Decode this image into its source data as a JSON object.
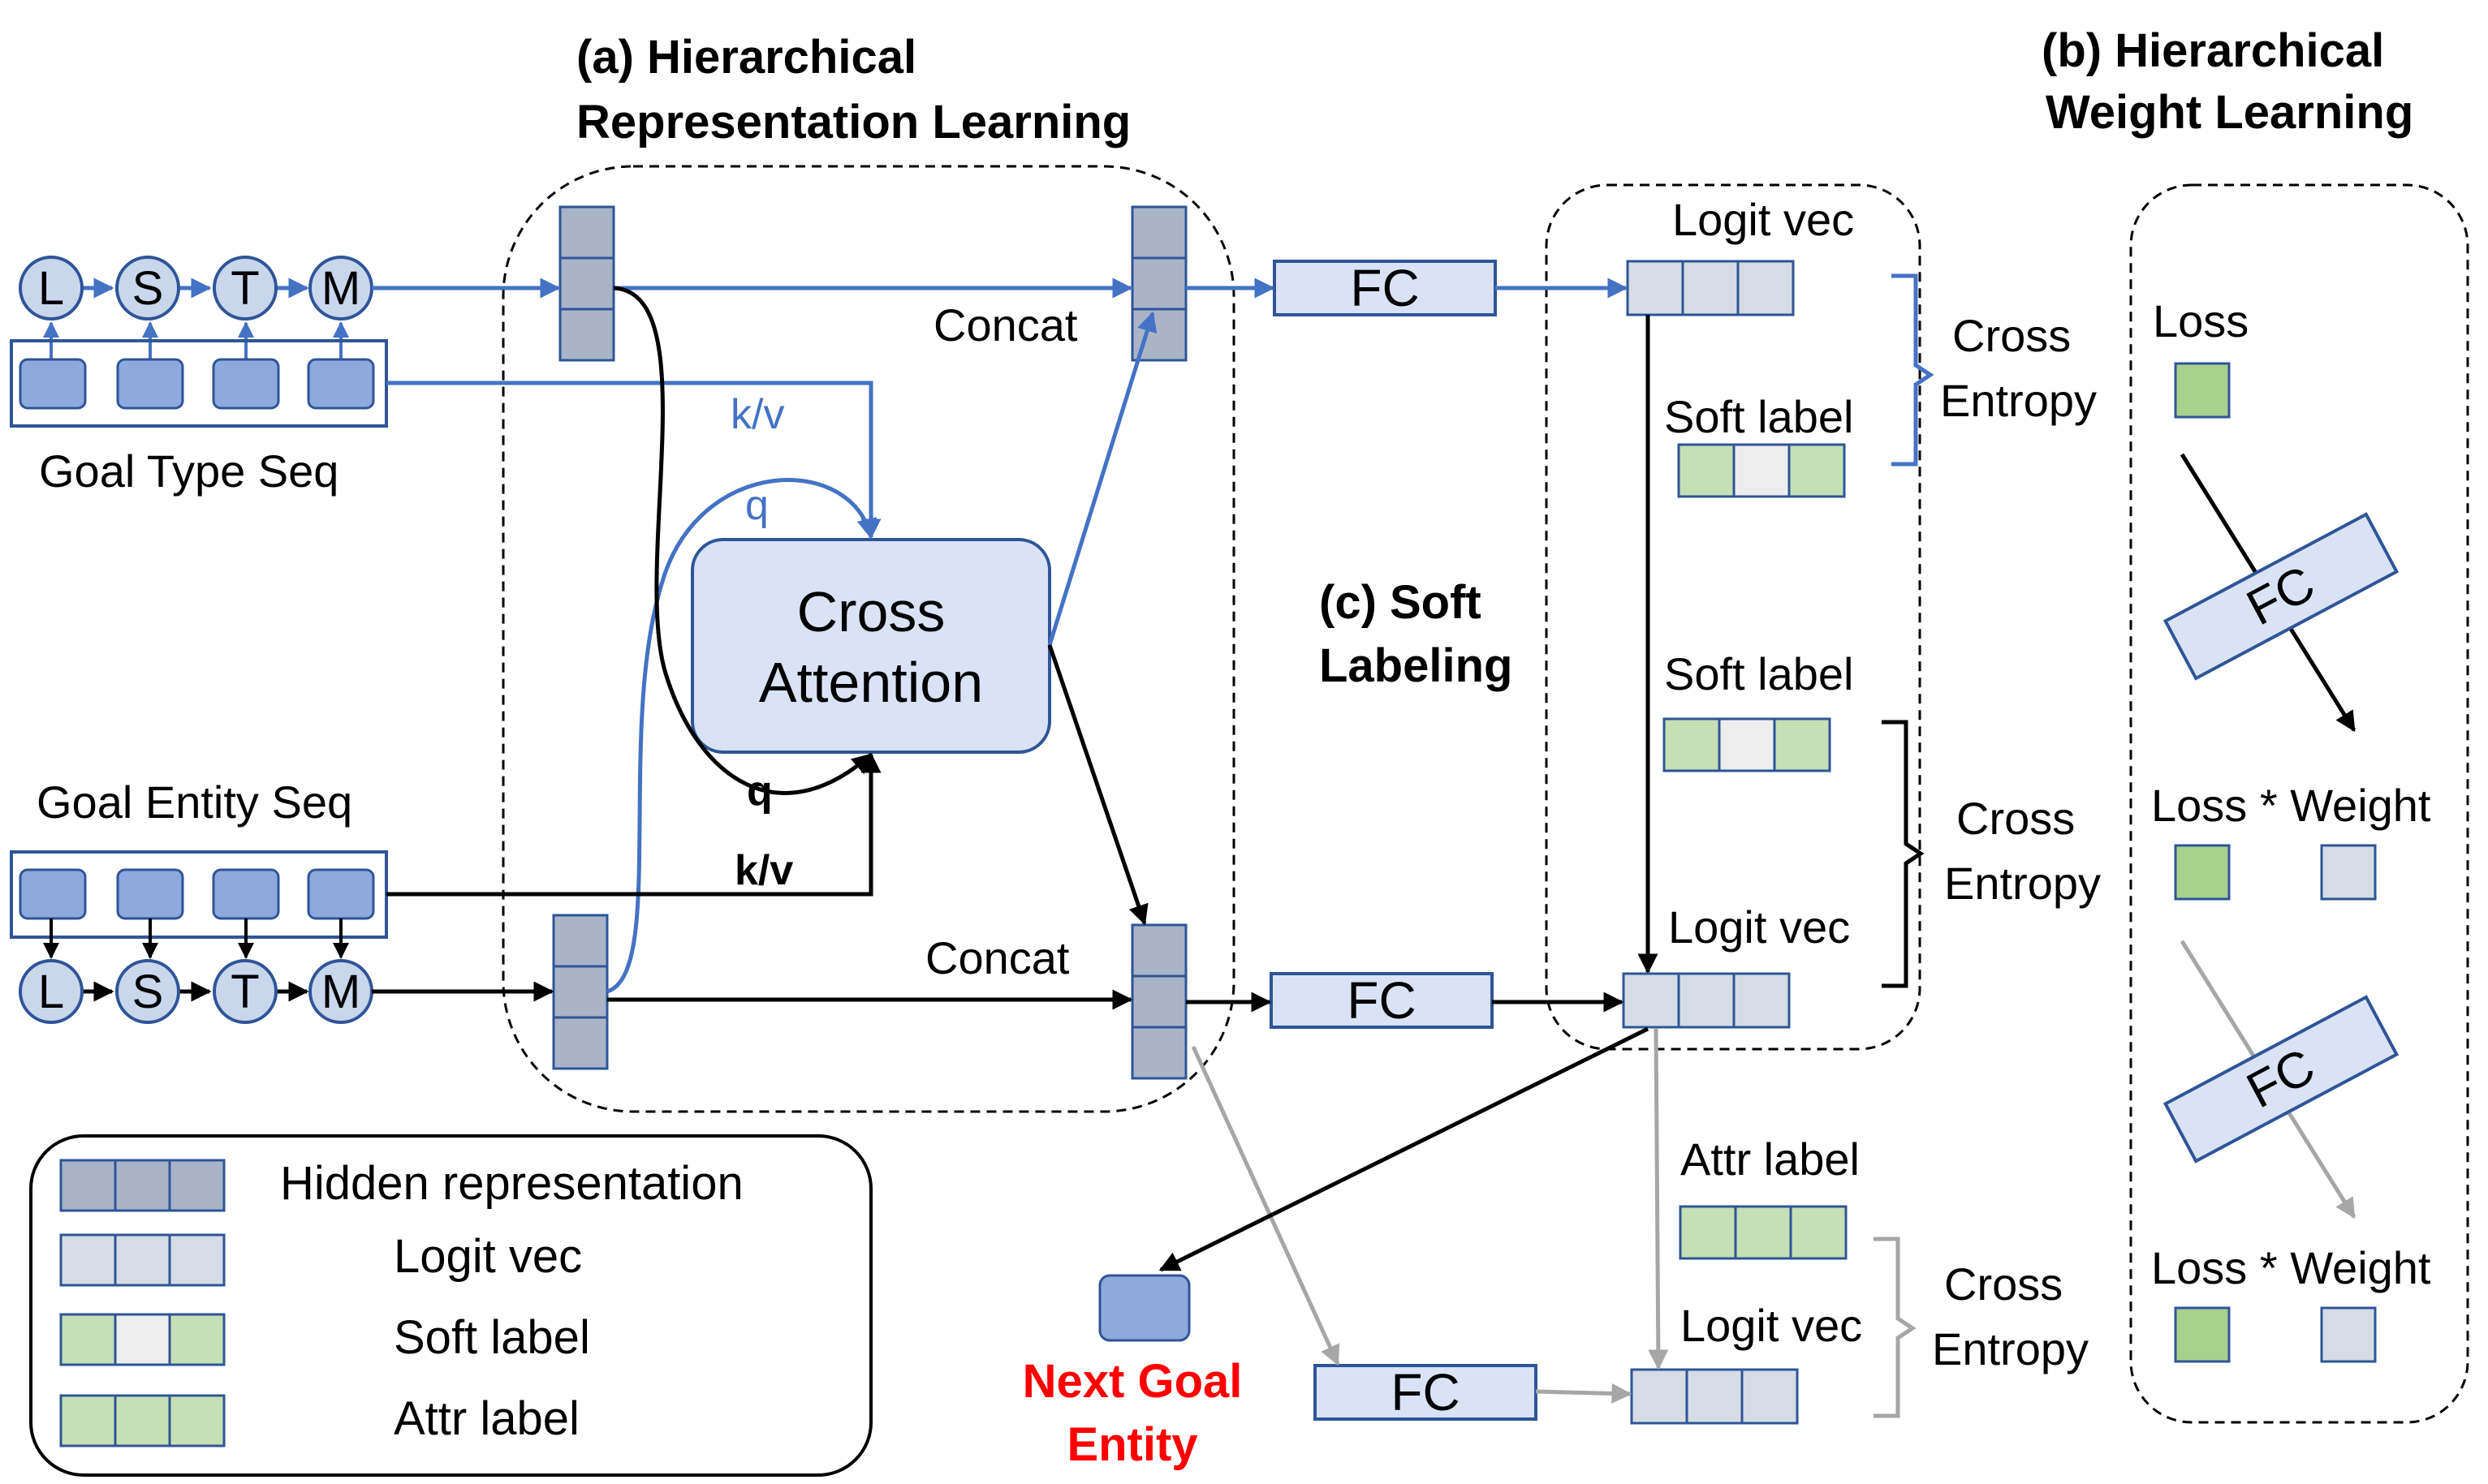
{
  "sections": {
    "a_title_line1": "(a)   Hierarchical",
    "a_title_line2": "Representation Learning",
    "b_title_line1": "(b)  Hierarchical",
    "b_title_line2": "Weight Learning",
    "c_title_line1": "(c) Soft",
    "c_title_line2": "Labeling"
  },
  "sequences": {
    "goal_type_label": "Goal Type Seq",
    "goal_entity_label": "Goal Entity Seq",
    "lstm_letters": [
      "L",
      "S",
      "T",
      "M"
    ]
  },
  "blocks": {
    "cross_attention_line1": "Cross",
    "cross_attention_line2": "Attention",
    "fc": "FC",
    "concat": "Concat"
  },
  "edges": {
    "kv": "k/v",
    "q": "q"
  },
  "labels": {
    "logit_vec": "Logit vec",
    "soft_label": "Soft label",
    "attr_label": "Attr label",
    "cross": "Cross",
    "entropy": "Entropy",
    "loss": "Loss",
    "loss_weight": "Loss * Weight",
    "next_goal_line1": "Next Goal",
    "next_goal_line2": "Entity"
  },
  "legend": {
    "hidden": "Hidden representation",
    "logit": "Logit vec",
    "soft": "Soft label",
    "attr": "Attr label"
  },
  "colors": {
    "blue_arrow": "#4472C4",
    "black_arrow": "#000000",
    "gray_arrow": "#A6A6A6",
    "hidden_fill": "#A9B4C8",
    "logit_fill": "#D6DCE5",
    "token_fill": "#8EA9DB",
    "lstm_fill": "#C9D6EC",
    "fc_fill": "#D9E3F5",
    "green_fill": "#A9D18E",
    "light_green": "#C5E0B4",
    "gray_cell": "#EDEDED",
    "border_blue": "#2F5597",
    "next_goal_red": "#FF0000"
  }
}
